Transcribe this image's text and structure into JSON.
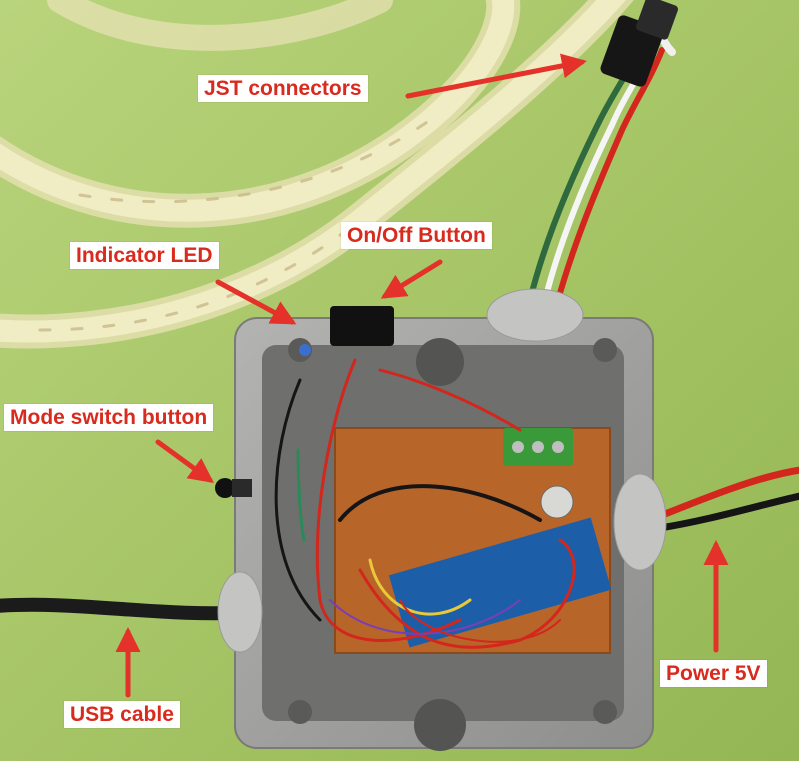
{
  "photo": {
    "subject": "project-box-with-electronics",
    "colors": {
      "background": "#a9c96a",
      "annotation_text": "#d92a1e",
      "annotation_arrow": "#e4312a",
      "label_box": "#ffffff",
      "enclosure": "#9c9c9a",
      "pcb": "#b8652a"
    }
  },
  "annotations": {
    "jst": "JST connectors",
    "on_off": "On/Off Button",
    "indicator_led": "Indicator LED",
    "mode_switch": "Mode switch button",
    "power": "Power 5V",
    "usb": "USB cable"
  }
}
